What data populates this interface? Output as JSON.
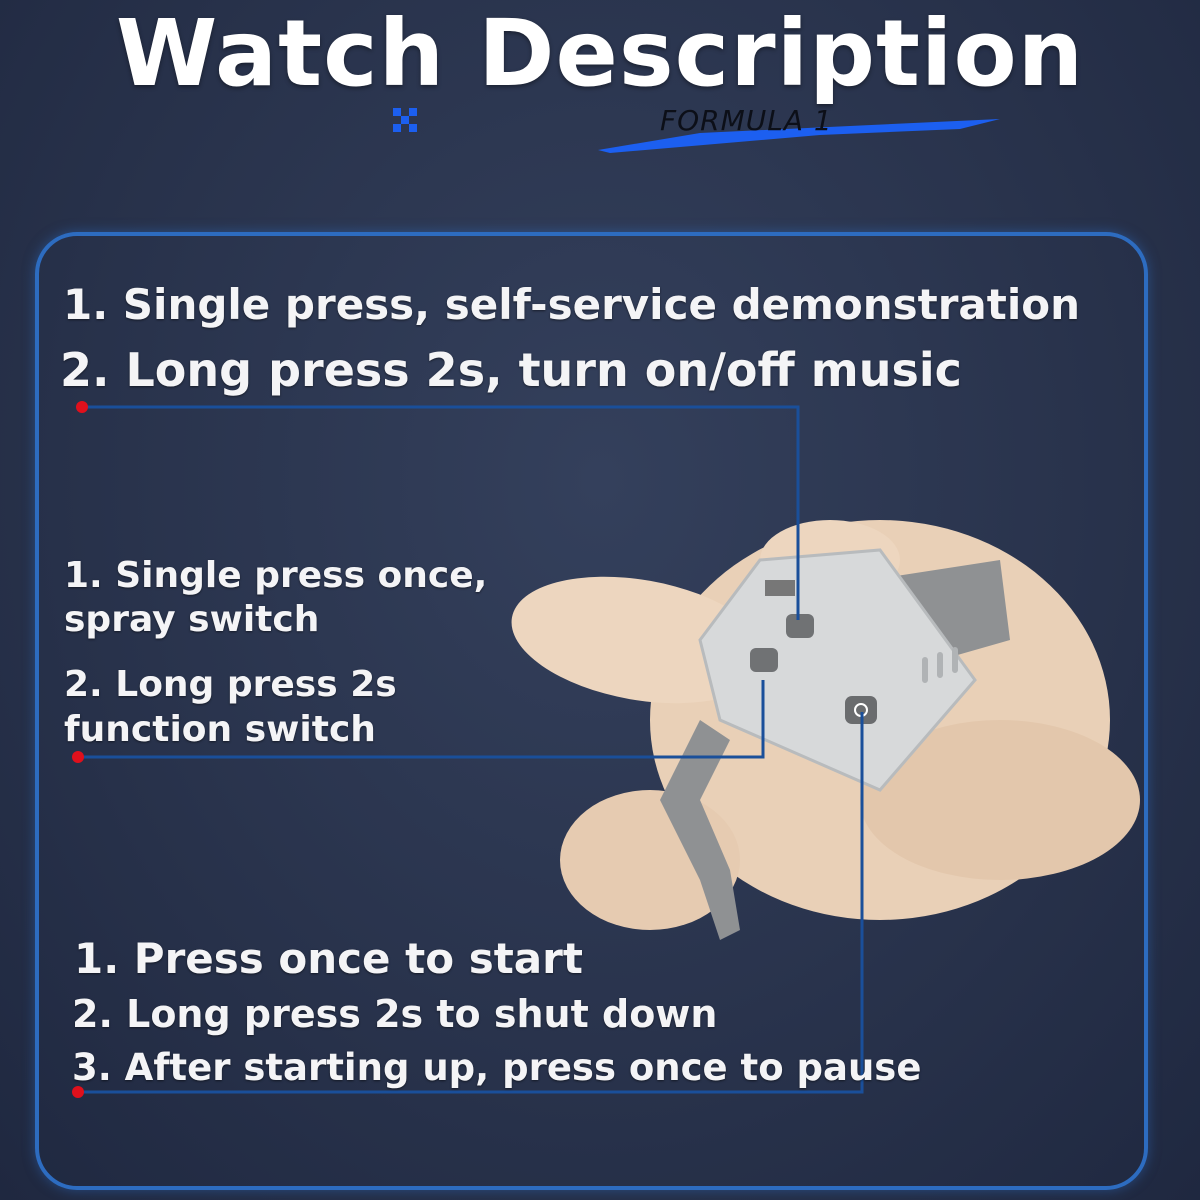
{
  "title": "Watch Description",
  "brand": "FORMULA 1",
  "colors": {
    "accent": "#2d6cc0",
    "line": "#1a4f9a",
    "dot": "#e0101c"
  },
  "top_button": {
    "line1": "1. Single press, self-service demonstration",
    "line2": "2. Long press 2s, turn on/off music"
  },
  "middle_button": {
    "line1": "1. Single press once,",
    "line2": "spray switch",
    "line3": "2. Long press 2s",
    "line4": "function switch"
  },
  "power_button": {
    "line1": "1. Press once to start",
    "line2": "2. Long press 2s to shut down",
    "line3": "3. After starting up, press once to pause"
  }
}
